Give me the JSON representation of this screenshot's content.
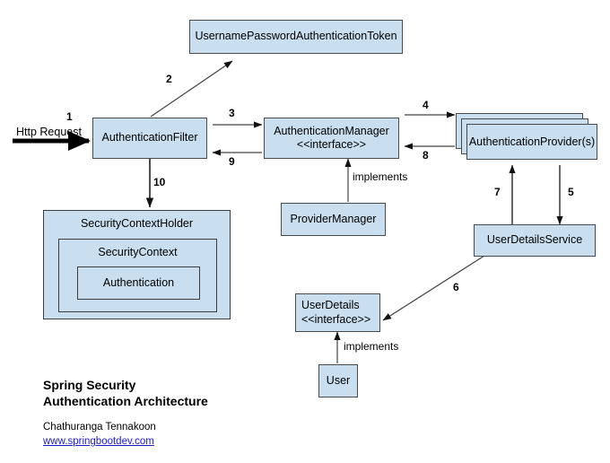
{
  "diagram": {
    "title_line1": "Spring Security",
    "title_line2": "Authentication Architecture",
    "author": "Chathuranga Tennakoon",
    "website": "www.springbootdev.com",
    "box_fill": "#c9dff0",
    "box_stroke": "#4a4a4a",
    "link_color": "#1a1ad0"
  },
  "nodes": {
    "token": {
      "label": "UsernamePasswordAuthenticationToken"
    },
    "auth_filter": {
      "label": "AuthenticationFilter"
    },
    "auth_manager": {
      "line1": "AuthenticationManager",
      "line2": "<<interface>>"
    },
    "auth_provider": {
      "label": "AuthenticationProvider(s)"
    },
    "provider_manager": {
      "label": "ProviderManager"
    },
    "user_details_service": {
      "label": "UserDetailsService"
    },
    "user_details": {
      "line1": "UserDetails",
      "line2": "<<interface>>"
    },
    "user": {
      "label": "User"
    },
    "security_context_holder": {
      "label": "SecurityContextHolder"
    },
    "security_context": {
      "label": "SecurityContext"
    },
    "authentication": {
      "label": "Authentication"
    }
  },
  "labels": {
    "http_request": "Http Request",
    "implements_manager": "implements",
    "implements_user": "implements"
  },
  "edge_numbers": {
    "n1": "1",
    "n2": "2",
    "n3": "3",
    "n4": "4",
    "n5": "5",
    "n6": "6",
    "n7": "7",
    "n8": "8",
    "n9": "9",
    "n10": "10"
  }
}
